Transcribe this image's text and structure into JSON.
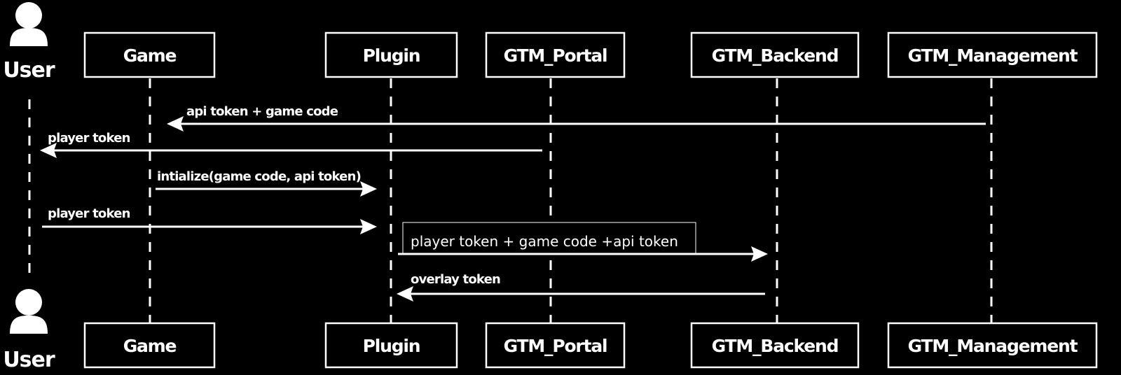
{
  "actor": {
    "label": "User",
    "icon": "user-icon"
  },
  "participants": [
    {
      "id": "game",
      "label": "Game"
    },
    {
      "id": "plugin",
      "label": "Plugin"
    },
    {
      "id": "gtm_portal",
      "label": "GTM_Portal"
    },
    {
      "id": "gtm_backend",
      "label": "GTM_Backend"
    },
    {
      "id": "gtm_management",
      "label": "GTM_Management"
    }
  ],
  "messages": [
    {
      "from": "gtm_management",
      "to": "game",
      "label": "api token + game code"
    },
    {
      "from": "gtm_portal",
      "to": "user",
      "label": "player token"
    },
    {
      "from": "game",
      "to": "plugin",
      "label": "intialize(game code, api token)"
    },
    {
      "from": "user",
      "to": "plugin",
      "label": "player token"
    },
    {
      "from": "plugin",
      "to": "gtm_backend",
      "label": "player token + game code +api token",
      "boxed": true
    },
    {
      "from": "gtm_backend",
      "to": "plugin",
      "label": "overlay token"
    }
  ],
  "colors": {
    "background": "#000000",
    "foreground": "#ffffff"
  }
}
